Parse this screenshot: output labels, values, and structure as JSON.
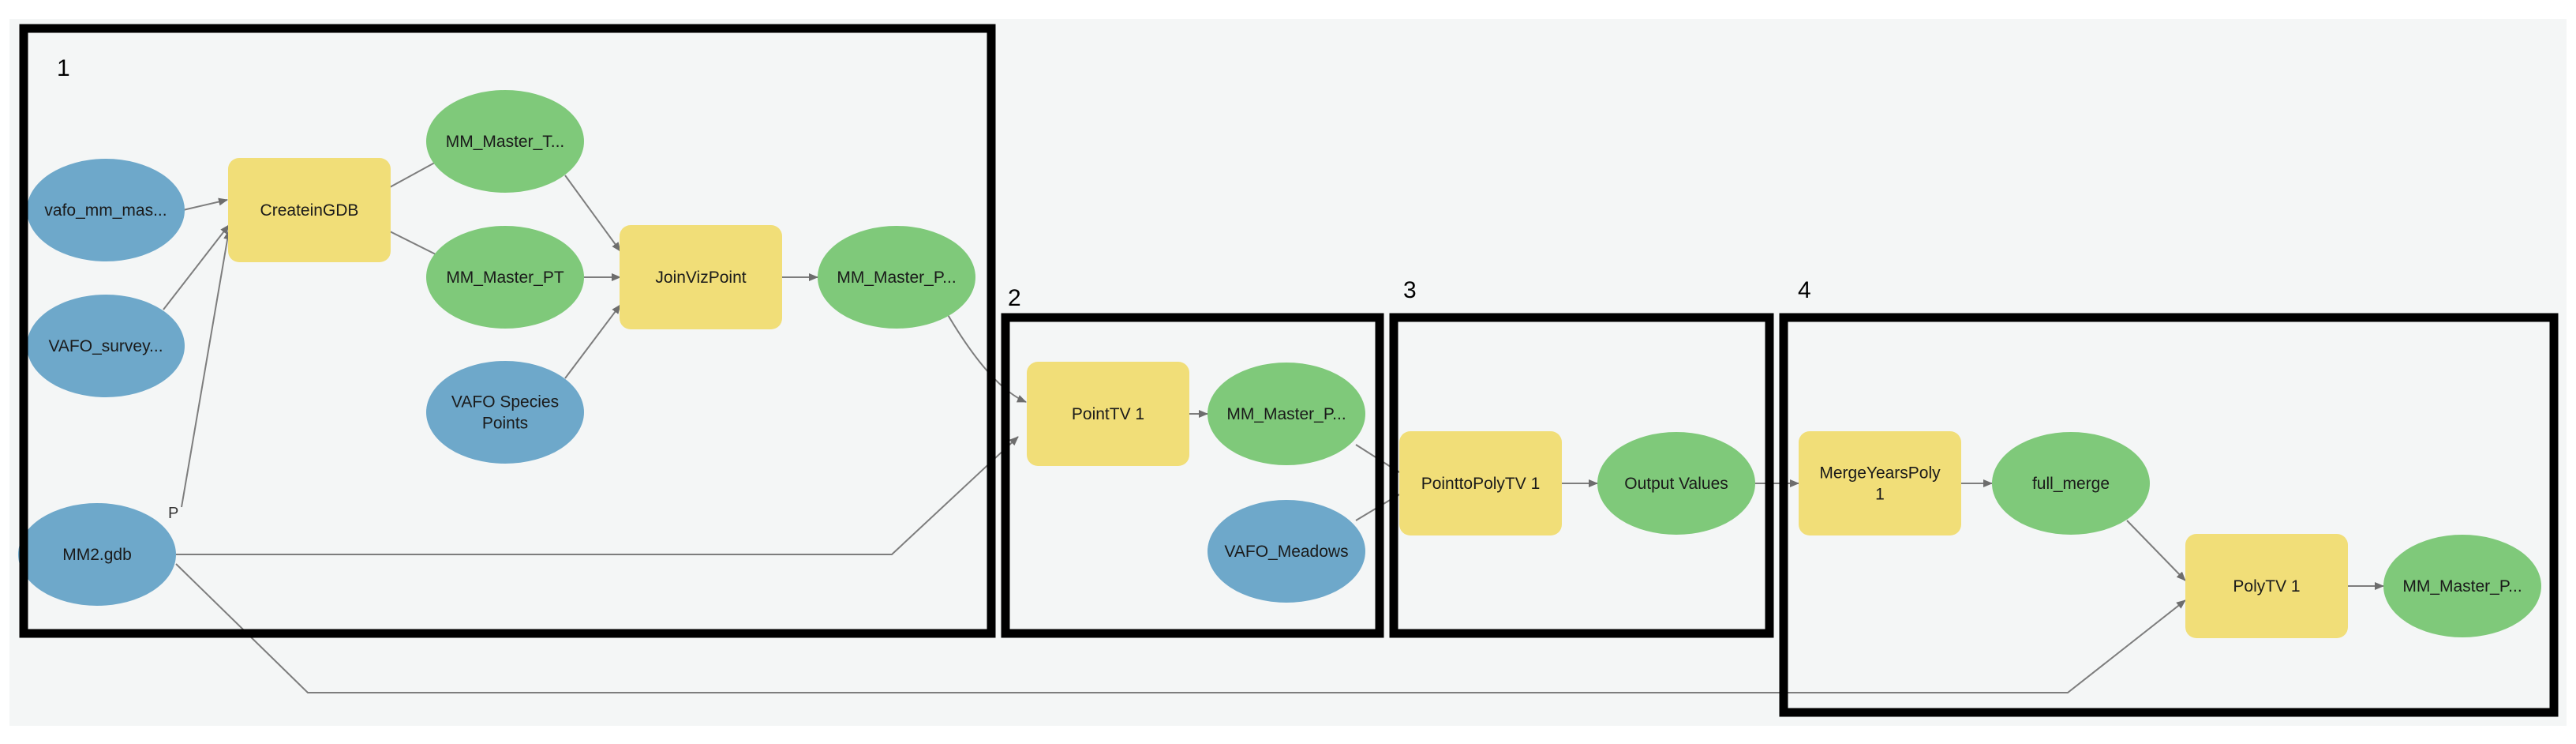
{
  "colors": {
    "background": "#f4f6f6",
    "input_node": "#6ea8ca",
    "tool_node": "#f1de78",
    "output_node": "#7fc97a",
    "connector": "#7d7d7d",
    "frame": "#000000"
  },
  "sections": [
    {
      "id": "s1",
      "number": "1"
    },
    {
      "id": "s2",
      "number": "2"
    },
    {
      "id": "s3",
      "number": "3"
    },
    {
      "id": "s4",
      "number": "4"
    }
  ],
  "nodes": [
    {
      "id": "vafo_mm",
      "kind": "input",
      "lines": [
        "vafo_mm_mas..."
      ]
    },
    {
      "id": "vafo_survey",
      "kind": "input",
      "lines": [
        "VAFO_survey..."
      ]
    },
    {
      "id": "mm2_gdb",
      "kind": "input",
      "lines": [
        "MM2.gdb"
      ]
    },
    {
      "id": "createingdb",
      "kind": "tool",
      "lines": [
        "CreateinGDB"
      ]
    },
    {
      "id": "mm_master_t",
      "kind": "output",
      "lines": [
        "MM_Master_T..."
      ]
    },
    {
      "id": "mm_master_pt",
      "kind": "output",
      "lines": [
        "MM_Master_PT"
      ]
    },
    {
      "id": "vafo_species",
      "kind": "input",
      "lines": [
        "VAFO Species",
        "Points"
      ]
    },
    {
      "id": "joinvizpoint",
      "kind": "tool",
      "lines": [
        "JoinVizPoint"
      ]
    },
    {
      "id": "mm_master_p1",
      "kind": "output",
      "lines": [
        "MM_Master_P..."
      ]
    },
    {
      "id": "pointtv1",
      "kind": "tool",
      "lines": [
        "PointTV 1"
      ]
    },
    {
      "id": "mm_master_p2",
      "kind": "output",
      "lines": [
        "MM_Master_P..."
      ]
    },
    {
      "id": "vafo_meadows",
      "kind": "input",
      "lines": [
        "VAFO_Meadows"
      ]
    },
    {
      "id": "pointtopolytv1",
      "kind": "tool",
      "lines": [
        "PointtoPolyTV 1"
      ]
    },
    {
      "id": "output_values",
      "kind": "output",
      "lines": [
        "Output Values"
      ]
    },
    {
      "id": "mergeyearspoly",
      "kind": "tool",
      "lines": [
        "MergeYearsPoly",
        "1"
      ]
    },
    {
      "id": "full_merge",
      "kind": "output",
      "lines": [
        "full_merge"
      ]
    },
    {
      "id": "polytv1",
      "kind": "tool",
      "lines": [
        "PolyTV 1"
      ]
    },
    {
      "id": "mm_master_p3",
      "kind": "output",
      "lines": [
        "MM_Master_P..."
      ]
    }
  ],
  "edges": [
    {
      "from": "vafo_mm",
      "to": "createingdb"
    },
    {
      "from": "vafo_survey",
      "to": "createingdb"
    },
    {
      "from": "mm2_gdb",
      "to": "createingdb",
      "label": "P"
    },
    {
      "from": "createingdb",
      "to": "mm_master_t"
    },
    {
      "from": "createingdb",
      "to": "mm_master_pt"
    },
    {
      "from": "mm_master_t",
      "to": "joinvizpoint"
    },
    {
      "from": "mm_master_pt",
      "to": "joinvizpoint"
    },
    {
      "from": "vafo_species",
      "to": "joinvizpoint"
    },
    {
      "from": "joinvizpoint",
      "to": "mm_master_p1"
    },
    {
      "from": "mm_master_p1",
      "to": "pointtv1"
    },
    {
      "from": "mm2_gdb",
      "to": "pointtv1"
    },
    {
      "from": "pointtv1",
      "to": "mm_master_p2"
    },
    {
      "from": "mm_master_p2",
      "to": "pointtopolytv1"
    },
    {
      "from": "vafo_meadows",
      "to": "pointtopolytv1"
    },
    {
      "from": "pointtopolytv1",
      "to": "output_values"
    },
    {
      "from": "output_values",
      "to": "mergeyearspoly"
    },
    {
      "from": "mergeyearspoly",
      "to": "full_merge"
    },
    {
      "from": "full_merge",
      "to": "polytv1"
    },
    {
      "from": "mm2_gdb",
      "to": "polytv1"
    },
    {
      "from": "polytv1",
      "to": "mm_master_p3"
    }
  ]
}
